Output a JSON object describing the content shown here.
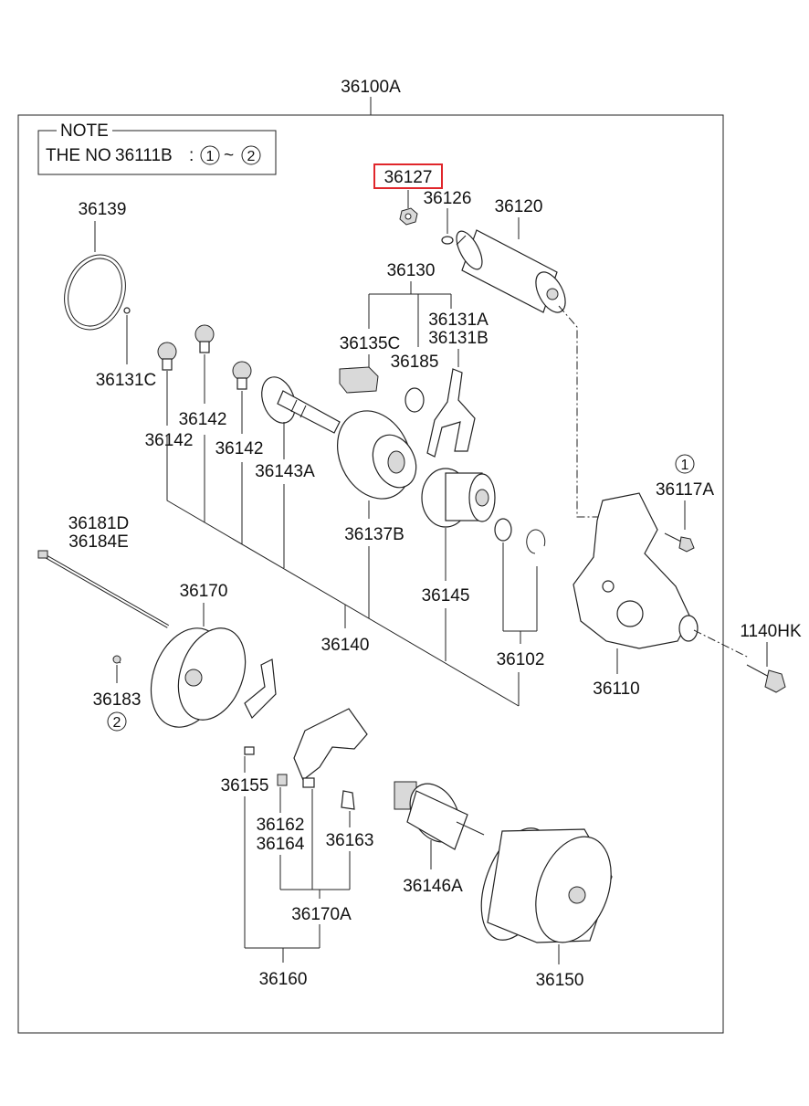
{
  "assembly": "36100A",
  "note": {
    "title": "NOTE",
    "prefix": "THE NO",
    "part": "36111B",
    "sep": ":",
    "from": "1",
    "tilde": "~",
    "to": "2"
  },
  "highlight_color": "#e0262b",
  "parts": {
    "p36127": "36127",
    "p36126": "36126",
    "p36120": "36120",
    "p36139": "36139",
    "p36130": "36130",
    "p36135C": "36135C",
    "p36131A": "36131A",
    "p36131B": "36131B",
    "p36185": "36185",
    "p36131C": "36131C",
    "p36142a": "36142",
    "p36142b": "36142",
    "p36142c": "36142",
    "p36143A": "36143A",
    "p36137B": "36137B",
    "p36117A": "36117A",
    "mark36117A": "1",
    "p36181D": "36181D",
    "p36184E": "36184E",
    "p36170": "36170",
    "p36145": "36145",
    "p1140HK": "1140HK",
    "p36140": "36140",
    "p36102": "36102",
    "p36110": "36110",
    "p36183": "36183",
    "mark36183": "2",
    "p36155": "36155",
    "p36162": "36162",
    "p36164": "36164",
    "p36163": "36163",
    "p36146A": "36146A",
    "p36170A": "36170A",
    "p36150": "36150",
    "p36160": "36160"
  }
}
